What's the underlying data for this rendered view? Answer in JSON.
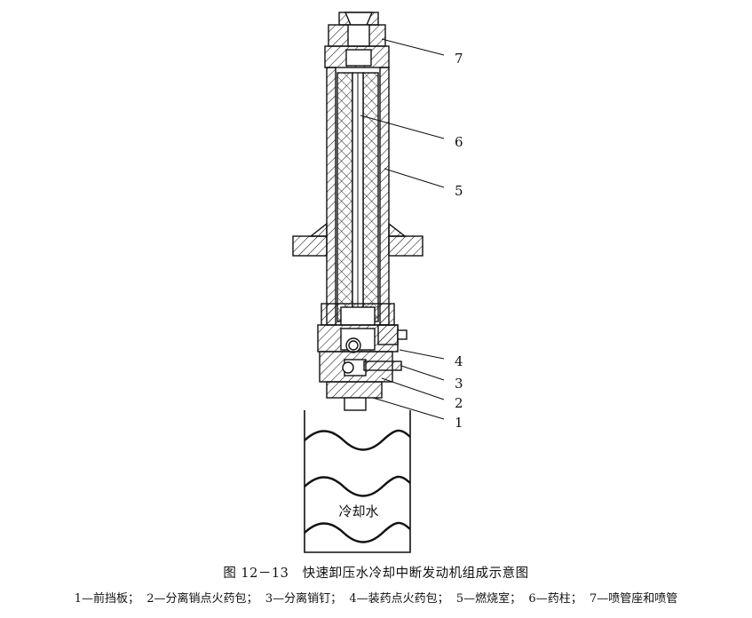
{
  "figure": {
    "number": "图 12－13",
    "title": "快速卸压水冷却中断发动机组成示意图",
    "legend": "1—前挡板；  2—分离销点火药包；  3—分离销钉；  4—装药点火药包；  5—燃烧室；  6—药柱；  7—喷管座和喷管"
  },
  "callouts": [
    "7",
    "6",
    "5",
    "4",
    "3",
    "2",
    "1"
  ],
  "water_label": "冷却水",
  "colors": {
    "line": "#111111",
    "background": "#ffffff"
  }
}
